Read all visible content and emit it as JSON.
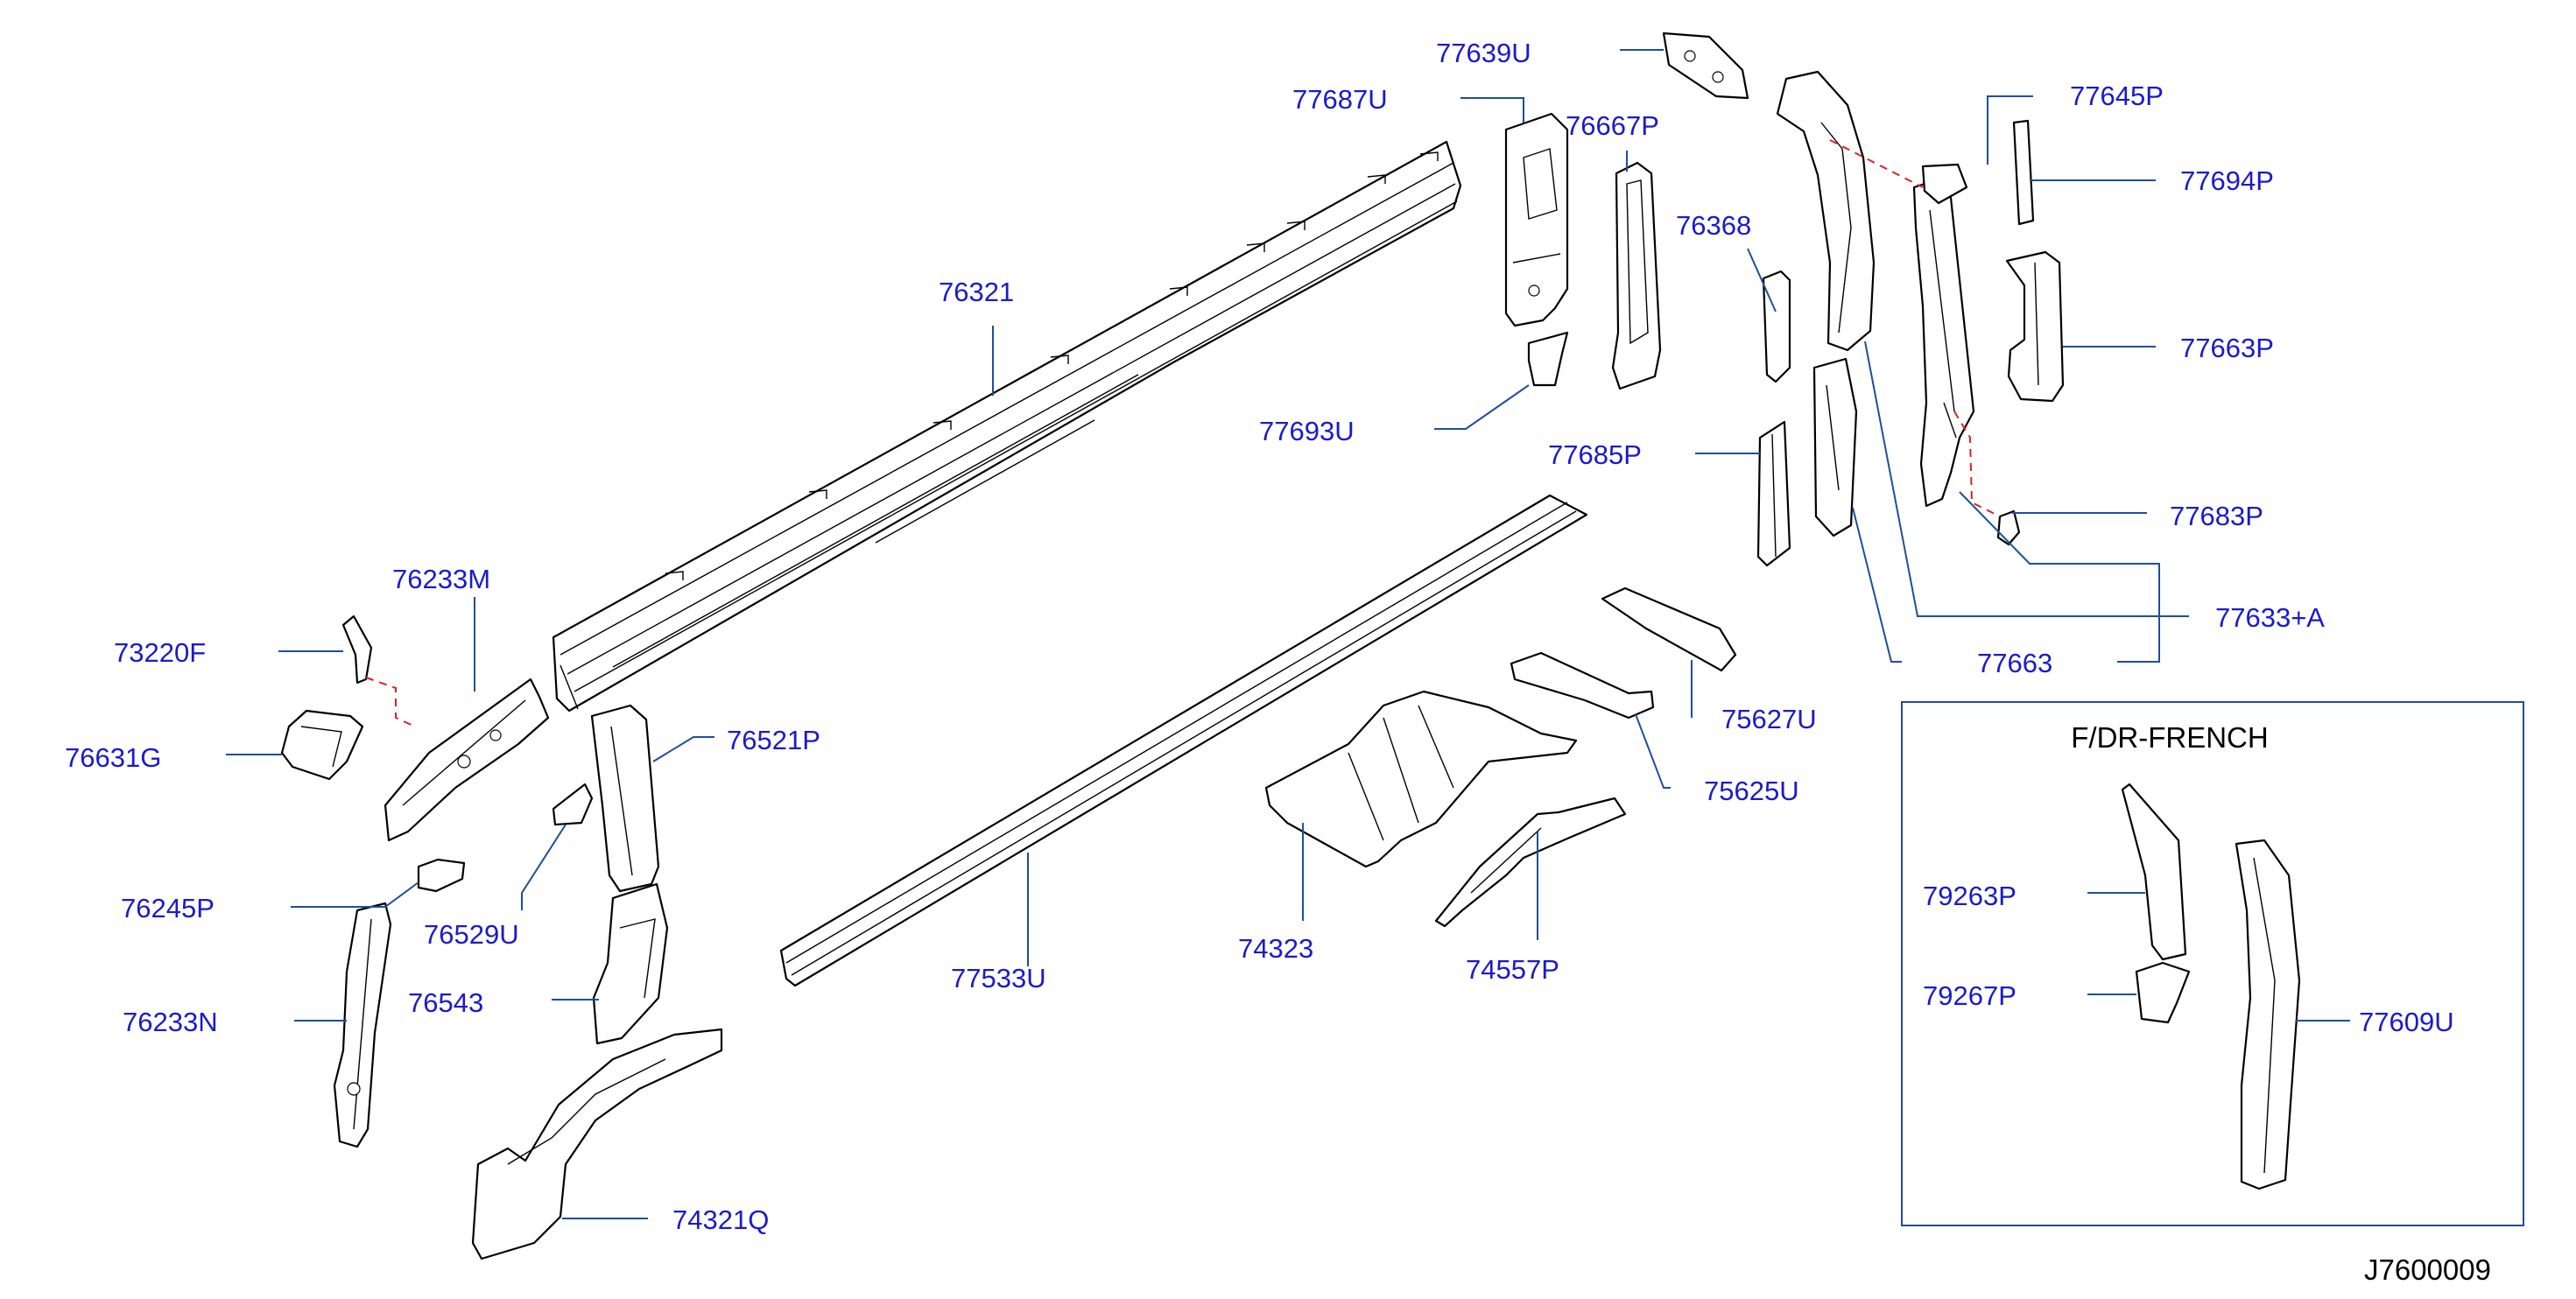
{
  "colors": {
    "label": "#1a1acc",
    "leader": "#1f4e9a",
    "dash": "#e02020",
    "line": "#000000",
    "box": "#1f4e9a"
  },
  "labels": {
    "p77639U": "77639U",
    "p77687U": "77687U",
    "p76667P": "76667P",
    "p77645P": "77645P",
    "p77694P": "77694P",
    "p76368": "76368",
    "p76321": "76321",
    "p77663P": "77663P",
    "p77693U": "77693U",
    "p77685P": "77685P",
    "p77683P": "77683P",
    "p77633A": "77633+A",
    "p76233M": "76233M",
    "p77663": "77663",
    "p73220F": "73220F",
    "p75627U": "75627U",
    "p76631G": "76631G",
    "p76521P": "76521P",
    "p75625U": "75625U",
    "p76245P": "76245P",
    "p76529U": "76529U",
    "p74323": "74323",
    "p74557P": "74557P",
    "p77533U": "77533U",
    "p79263P": "79263P",
    "p76543": "76543",
    "p76233N": "76233N",
    "p79267P": "79267P",
    "p77609U": "77609U",
    "p74321Q": "74321Q"
  },
  "box_title": "F/DR-FRENCH",
  "diagram_code": "J7600009"
}
